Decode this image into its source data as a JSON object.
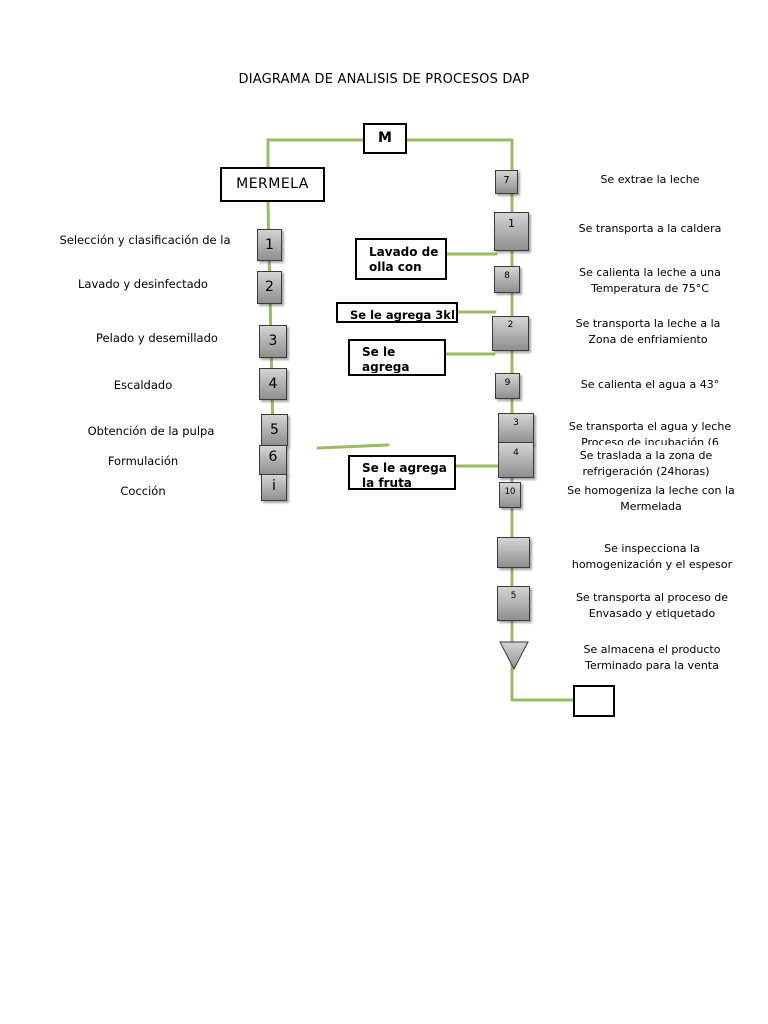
{
  "title": "DIAGRAMA DE ANALISIS DE PROCESOS DAP",
  "colors": {
    "connector": "#9dbb61",
    "box_border": "#000000",
    "operation_fill": "#a9a9a9"
  },
  "nodes": {
    "top_box": "M",
    "left_box": "MERMELA",
    "side_boxes": [
      "Lavado de olla con",
      "Se le agrega 3kl",
      "Se le agrega",
      "Se le agrega la fruta"
    ]
  },
  "left_column": [
    {
      "num": "1",
      "label": "Selección y clasificación de la"
    },
    {
      "num": "2",
      "label": "Lavado y desinfectado"
    },
    {
      "num": "3",
      "label": "Pelado y desemillado"
    },
    {
      "num": "4",
      "label": "Escaldado"
    },
    {
      "num": "5",
      "label": "Obtención de la pulpa"
    },
    {
      "num": "6",
      "label": "Formulación"
    },
    {
      "num": "i",
      "label": "Cocción"
    }
  ],
  "right_column": [
    {
      "num": "7",
      "label": "Se extrae la leche"
    },
    {
      "num": "1",
      "label": "Se transporta a la caldera"
    },
    {
      "num": "8",
      "label": "Se calienta la leche a una Temperatura de 75°C"
    },
    {
      "num": "2",
      "label": "Se transporta la leche a la Zona de enfriamiento"
    },
    {
      "num": "9",
      "label": "Se calienta el agua a 43°"
    },
    {
      "num": "3",
      "label": "Se transporta el agua y leche Proceso de incubación (6"
    },
    {
      "num": "4",
      "label": "Se traslada a la zona de refrigeración  (24horas)"
    },
    {
      "num": "10",
      "label": "Se homogeniza la leche con la Mermelada"
    },
    {
      "num": "",
      "label": "Se inspecciona la homogenización y el espesor"
    },
    {
      "num": "5",
      "label": "Se transporta al proceso de Envasado y etiquetado"
    },
    {
      "num": "",
      "label": "Se almacena el producto Terminado para la venta"
    }
  ]
}
